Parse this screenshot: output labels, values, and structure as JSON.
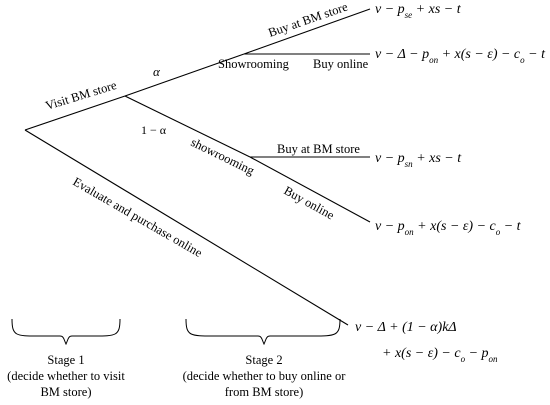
{
  "edges": {
    "visit_bm_store": "Visit BM store",
    "alpha": "α",
    "one_minus_alpha": "1 − α",
    "buy_at_bm_store_top": "Buy at BM store",
    "showrooming_top": "Showrooming",
    "buy_online_top": "Buy online",
    "showrooming_mid": "showrooming",
    "buy_at_bm_store_mid": "Buy at BM store",
    "buy_online_mid": "Buy online",
    "evaluate_purchase_online": "Evaluate and purchase online"
  },
  "payoffs": {
    "p1": "v − p_se + xs − t",
    "p2": "v − Δ − p_on + x(s − ε) − c_o − t",
    "p3": "v − p_sn + xs − t",
    "p4": "v − p_on + x(s − ε) − c_o − t",
    "p5_line1": "v − Δ + (1 − α)kΔ",
    "p5_line2": "+ x(s − ε) − c_o − p_on"
  },
  "stages": {
    "stage1": [
      "Stage 1",
      "(decide whether to visit",
      "BM store)"
    ],
    "stage2": [
      "Stage 2",
      "(decide whether to buy online or",
      "from BM store)"
    ]
  }
}
